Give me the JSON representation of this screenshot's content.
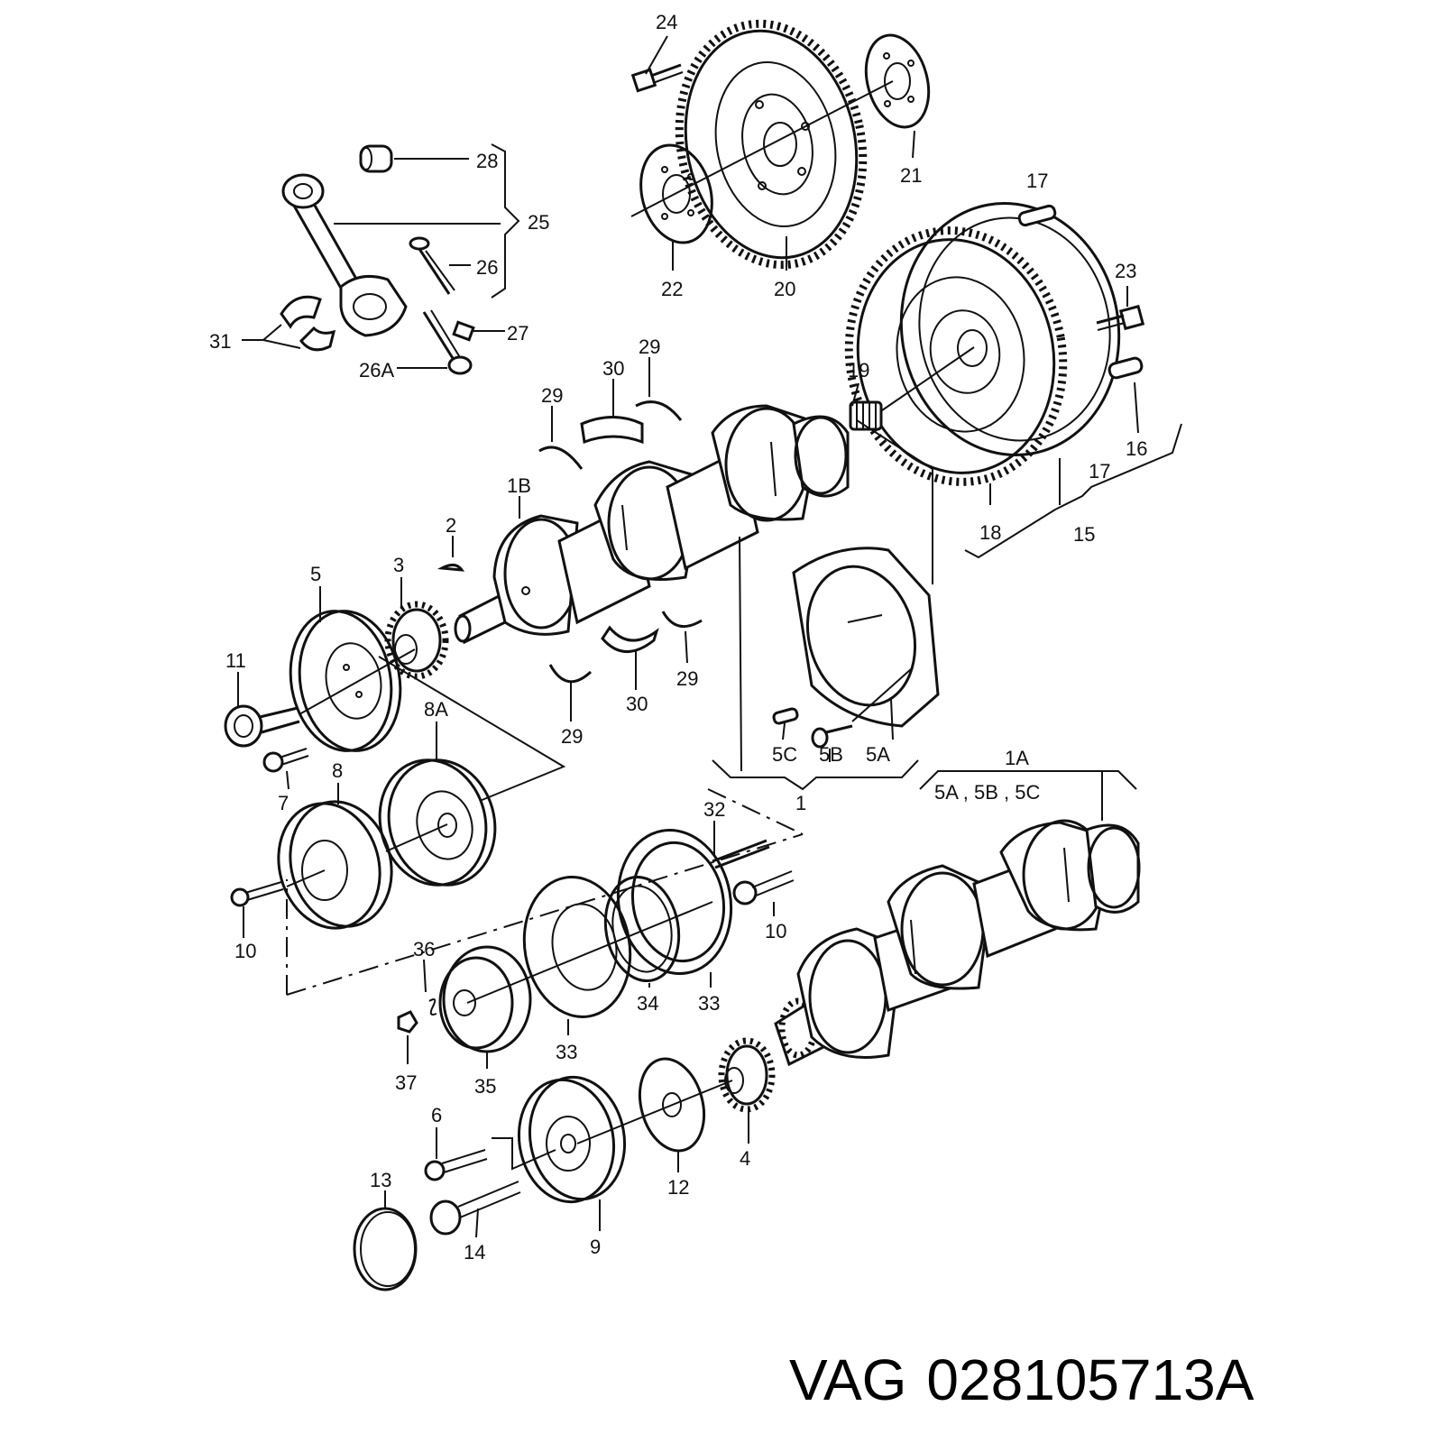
{
  "caption": {
    "brand": "VAG",
    "part_number": "028105713A"
  },
  "callouts": [
    "24",
    "28",
    "25",
    "26",
    "27",
    "26A",
    "31",
    "21",
    "22",
    "20",
    "17",
    "23",
    "16",
    "15",
    "18",
    "19",
    "29",
    "30",
    "1B",
    "2",
    "3",
    "5",
    "11",
    "7",
    "8A",
    "8",
    "10",
    "32",
    "36",
    "37",
    "35",
    "33",
    "34",
    "6",
    "13",
    "14",
    "9",
    "12",
    "4",
    "1",
    "1A",
    "5C",
    "5B",
    "5A"
  ],
  "callout_group_text": "5A , 5B , 5C",
  "colors": {
    "line": "#111111",
    "background": "#ffffff"
  }
}
